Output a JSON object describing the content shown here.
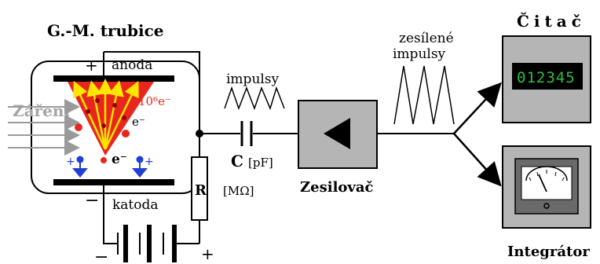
{
  "labels": {
    "tube_title": "G.-M. trubice",
    "anode": "anoda",
    "cathode": "katoda",
    "plus_top": "+",
    "minus_bottom": "−",
    "radiation": "Záření",
    "electron_count": "10⁶e⁻",
    "electron_small": "e⁻",
    "electron_main": "e⁻",
    "impulses": "impulsy",
    "amplified_line1": "zesílené",
    "amplified_line2": "impulsy",
    "capacitor": "C",
    "capacitor_unit": "[pF]",
    "resistor": "R",
    "resistor_unit": "[MΩ]",
    "amplifier": "Zesilovač",
    "counter": "Čitač",
    "integrator": "Integrátor",
    "counter_digits": "012345",
    "battery_minus": "−",
    "battery_plus": "+"
  },
  "colors": {
    "plasma_red": "#e8261c",
    "electron_blue": "#1f3fd6",
    "arrow_yellow": "#ffe600",
    "radiation_gray": "#a6a6a6",
    "device_gray": "#b5b5b5",
    "counter_green": "#2fbf3a"
  }
}
